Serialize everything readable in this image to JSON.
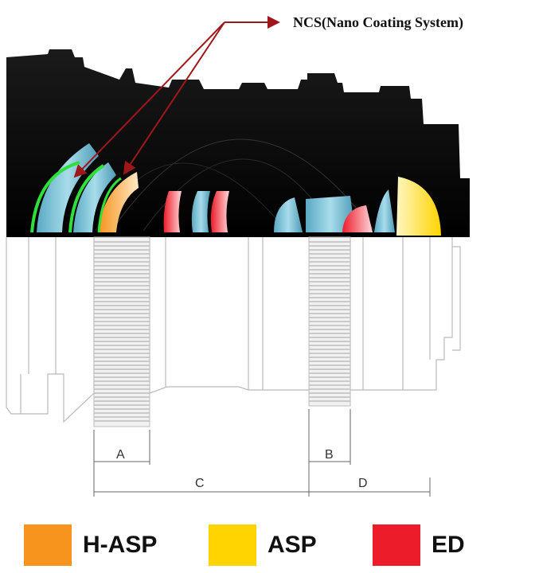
{
  "callout": {
    "label": "NCS(Nano Coating System)"
  },
  "dimensions": {
    "a": "A",
    "b": "B",
    "c": "C",
    "d": "D"
  },
  "legend": [
    {
      "label": "H-ASP",
      "color": "#f7941d"
    },
    {
      "label": "ASP",
      "color": "#ffd400"
    },
    {
      "label": "ED",
      "color": "#ed1c2a"
    }
  ],
  "colors": {
    "body": "#050505",
    "lens_glass": "#7fc4d8",
    "coating": "#2ee03a",
    "arrow": "#a0171b",
    "outline": "#bbbbbb"
  }
}
